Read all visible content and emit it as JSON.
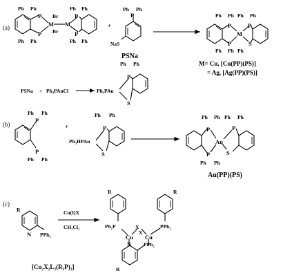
{
  "panels": {
    "a": "(a)",
    "b": "(b)",
    "c": "(c)"
  },
  "labels": {
    "psna": "PSNa",
    "m_line1": "M= Cu, [Cu(PP)(PS)]",
    "m_line2": "= Ag, [Ag(PP)(PS)]",
    "au_pp_ps": "Au(PP)(PS)",
    "cu_formula": "[Cu₂X₂L₂(R₃P)₂]",
    "eq_psna": "PSNa",
    "eq_plus": "+",
    "eq_ph3paucl": "Ph₃PAuCl",
    "eq_ph3pau": "Ph₃PAu",
    "ph3hpau": "Ph₃HPAu",
    "cui_x": "Cu(I)X",
    "ch2cl2": "CH₂Cl₂",
    "pph2": "PPh₂",
    "ph2p": "Ph₂P"
  },
  "atoms": {
    "ph": "Ph",
    "p": "P",
    "m": "M",
    "br": "Br",
    "na_s": "NaS",
    "s": "S",
    "au": "Au",
    "n": "N",
    "r": "R",
    "cu": "Cu",
    "x": "X",
    "plus": "+"
  }
}
